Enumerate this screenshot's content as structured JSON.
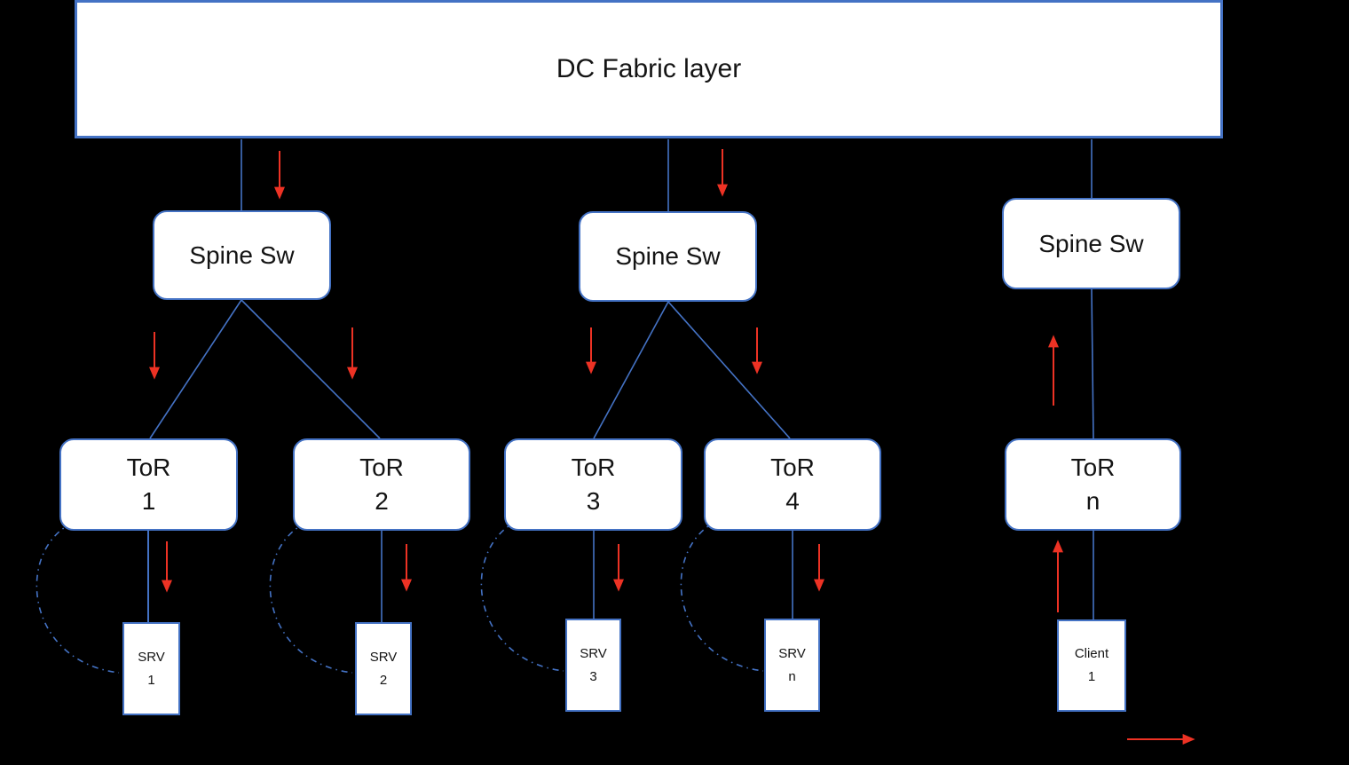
{
  "colors": {
    "background": "#000000",
    "shape_border_blue": "#4472C4",
    "arrow_red": "#ED3224",
    "text_black": "#141414"
  },
  "fabric": {
    "label": "DC Fabric layer"
  },
  "spines": [
    {
      "label": "Spine Sw"
    },
    {
      "label": "Spine Sw"
    },
    {
      "label": "Spine Sw"
    }
  ],
  "tors": [
    {
      "label": "ToR",
      "number": "1"
    },
    {
      "label": "ToR",
      "number": "2"
    },
    {
      "label": "ToR",
      "number": "3"
    },
    {
      "label": "ToR",
      "number": "4"
    },
    {
      "label": "ToR",
      "number": "n"
    }
  ],
  "endpoints": [
    {
      "label": "SRV",
      "number": "1"
    },
    {
      "label": "SRV",
      "number": "2"
    },
    {
      "label": "SRV",
      "number": "3"
    },
    {
      "label": "SRV",
      "number": "n"
    },
    {
      "label": "Client",
      "number": "1"
    }
  ]
}
